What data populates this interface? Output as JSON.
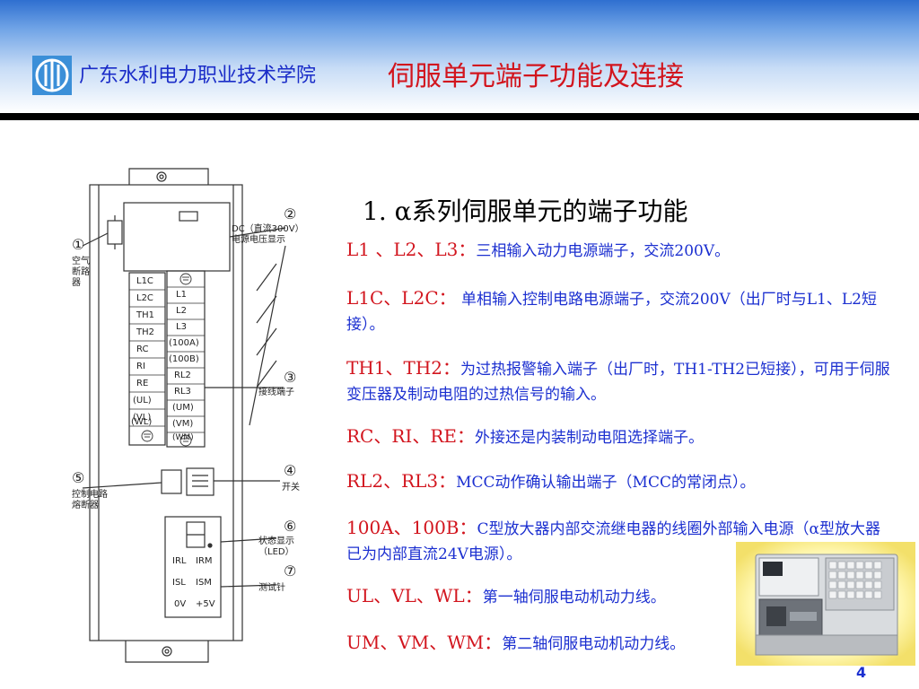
{
  "header": {
    "school_name": "广东水利电力职业技术学院",
    "slide_title": "伺服单元端子功能及连接",
    "logo_icon": "school-emblem-icon"
  },
  "diagram": {
    "callouts": [
      "②",
      "①",
      "③",
      "④",
      "⑤",
      "⑥",
      "⑦"
    ],
    "callout_labels": {
      "c1": "空气断路器",
      "c2_line1": "DC（直流300V）",
      "c2_line2": "电源电压显示",
      "c3": "接线端子",
      "c4": "开关",
      "c5": "控制电路熔断器",
      "c6_line1": "状态显示",
      "c6_line2": "（LED）",
      "c7": "测试针"
    },
    "left_terminals": [
      "L1C",
      "L2C",
      "TH1",
      "TH2",
      "RC",
      "RI",
      "RE",
      "(UL)",
      "(VL)",
      "(WL)"
    ],
    "right_terminals": [
      "L1",
      "L2",
      "L3",
      "(100A)",
      "(100B)",
      "RL2",
      "RL3",
      "(UM)",
      "(VM)",
      "(WM)"
    ],
    "test_pins": [
      "IRL",
      "IRM",
      "ISL",
      "ISM",
      "0V",
      "+5V"
    ]
  },
  "section_title": "1. α系列伺服单元的端子功能",
  "items": [
    {
      "term": "L1 、L2、L3：",
      "desc": "三相输入动力电源端子，交流200V。"
    },
    {
      "term": "L1C、L2C：",
      "desc": " 单相输入控制电路电源端子，交流200V（出厂时与L1、L2短接）。"
    },
    {
      "term": "TH1、TH2：",
      "desc": "为过热报警输入端子（出厂时，TH1-TH2已短接），可用于伺服变压器及制动电阻的过热信号的输入。"
    },
    {
      "term": "RC、RI、RE：",
      "desc": "外接还是内装制动电阻选择端子。"
    },
    {
      "term": "RL2、RL3：",
      "desc": "MCC动作确认输出端子（MCC的常闭点）。"
    },
    {
      "term": "100A、100B：",
      "desc": "C型放大器内部交流继电器的线圈外部输入电源（α型放大器已为内部直流24V电源）。"
    },
    {
      "term": "UL、VL、WL：",
      "desc": "第一轴伺服电动机动力线。"
    },
    {
      "term": "UM、VM、WM：",
      "desc": "第二轴伺服电动机动力线。"
    }
  ],
  "page_number": "4",
  "colors": {
    "term_red": "#d2151e",
    "desc_blue": "#1b2fd0",
    "school_blue": "#1a2cc8",
    "header_blue": "#2f6fd0"
  }
}
